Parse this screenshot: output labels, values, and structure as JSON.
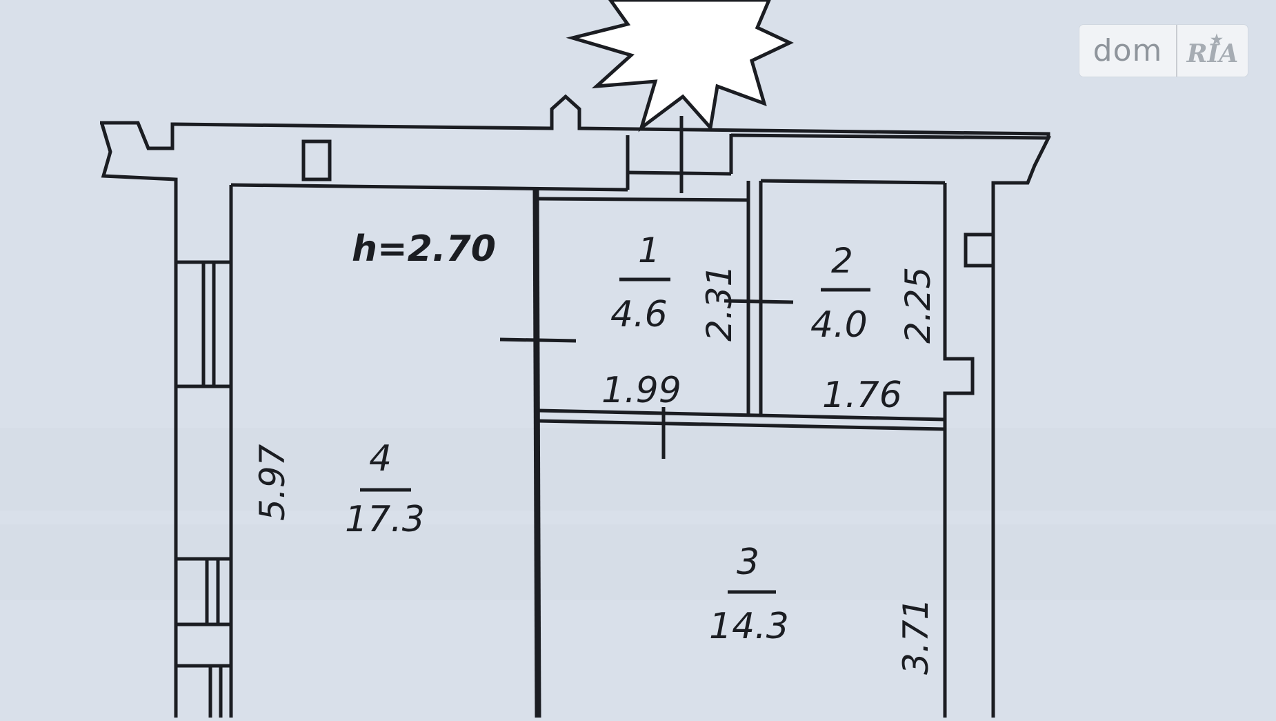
{
  "plan": {
    "ceiling_height": "h=2.70",
    "rooms": [
      {
        "number": "1",
        "area": "4.6"
      },
      {
        "number": "2",
        "area": "4.0"
      },
      {
        "number": "3",
        "area": "14.3"
      },
      {
        "number": "4",
        "area": "17.3"
      }
    ],
    "dimensions": [
      "2.31",
      "1.99",
      "2.25",
      "1.76",
      "5.97",
      "3.71"
    ]
  },
  "watermark": {
    "text": "dom",
    "brand": "RIA"
  },
  "colors": {
    "background": "#d9e0ea",
    "line": "#1b1d22",
    "badge_bg": "#f1f3f6",
    "badge_text": "#8f959c"
  }
}
